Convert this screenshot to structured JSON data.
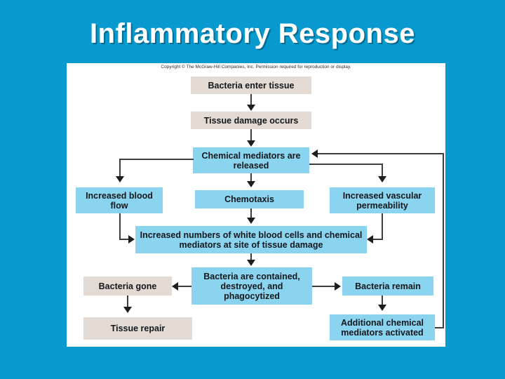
{
  "slide": {
    "title": "Inflammatory Response",
    "background_color": "#0899ce",
    "title_color": "#ffffff"
  },
  "figure": {
    "copyright": "Copyright © The McGraw-Hill Companies, Inc. Permission required for reproduction or display.",
    "panel_color": "#ffffff",
    "colors": {
      "blue_box": "#8ad4ef",
      "beige_box": "#e2dad3",
      "connector": "#3d3d3d"
    },
    "nodes": [
      {
        "id": "bacteria-enter-tissue",
        "label": "Bacteria enter tissue",
        "style": "beige"
      },
      {
        "id": "tissue-damage-occurs",
        "label": "Tissue damage occurs",
        "style": "beige"
      },
      {
        "id": "chemical-mediators-released",
        "label": "Chemical mediators are released",
        "style": "blue"
      },
      {
        "id": "increased-blood-flow",
        "label": "Increased blood flow",
        "style": "blue"
      },
      {
        "id": "chemotaxis",
        "label": "Chemotaxis",
        "style": "blue"
      },
      {
        "id": "increased-vascular-permeability",
        "label": "Increased vascular permeability",
        "style": "blue"
      },
      {
        "id": "increased-wbc-mediators",
        "label": "Increased numbers of white blood cells and chemical mediators at site of tissue damage",
        "style": "blue"
      },
      {
        "id": "bacteria-gone",
        "label": "Bacteria gone",
        "style": "beige"
      },
      {
        "id": "bacteria-contained",
        "label": "Bacteria are contained, destroyed, and phagocytized",
        "style": "blue"
      },
      {
        "id": "bacteria-remain",
        "label": "Bacteria remain",
        "style": "blue"
      },
      {
        "id": "tissue-repair",
        "label": "Tissue repair",
        "style": "beige"
      },
      {
        "id": "additional-mediators-activated",
        "label": "Additional chemical mediators activated",
        "style": "blue"
      }
    ],
    "edges": [
      {
        "from": "bacteria-enter-tissue",
        "to": "tissue-damage-occurs"
      },
      {
        "from": "tissue-damage-occurs",
        "to": "chemical-mediators-released"
      },
      {
        "from": "chemical-mediators-released",
        "to": "increased-blood-flow"
      },
      {
        "from": "chemical-mediators-released",
        "to": "chemotaxis"
      },
      {
        "from": "chemical-mediators-released",
        "to": "increased-vascular-permeability"
      },
      {
        "from": "increased-blood-flow",
        "to": "increased-wbc-mediators"
      },
      {
        "from": "chemotaxis",
        "to": "increased-wbc-mediators"
      },
      {
        "from": "increased-vascular-permeability",
        "to": "increased-wbc-mediators"
      },
      {
        "from": "increased-wbc-mediators",
        "to": "bacteria-contained"
      },
      {
        "from": "bacteria-contained",
        "to": "bacteria-gone"
      },
      {
        "from": "bacteria-contained",
        "to": "bacteria-remain"
      },
      {
        "from": "bacteria-gone",
        "to": "tissue-repair"
      },
      {
        "from": "bacteria-remain",
        "to": "additional-mediators-activated"
      },
      {
        "from": "additional-mediators-activated",
        "to": "chemical-mediators-released",
        "kind": "feedback"
      }
    ]
  }
}
